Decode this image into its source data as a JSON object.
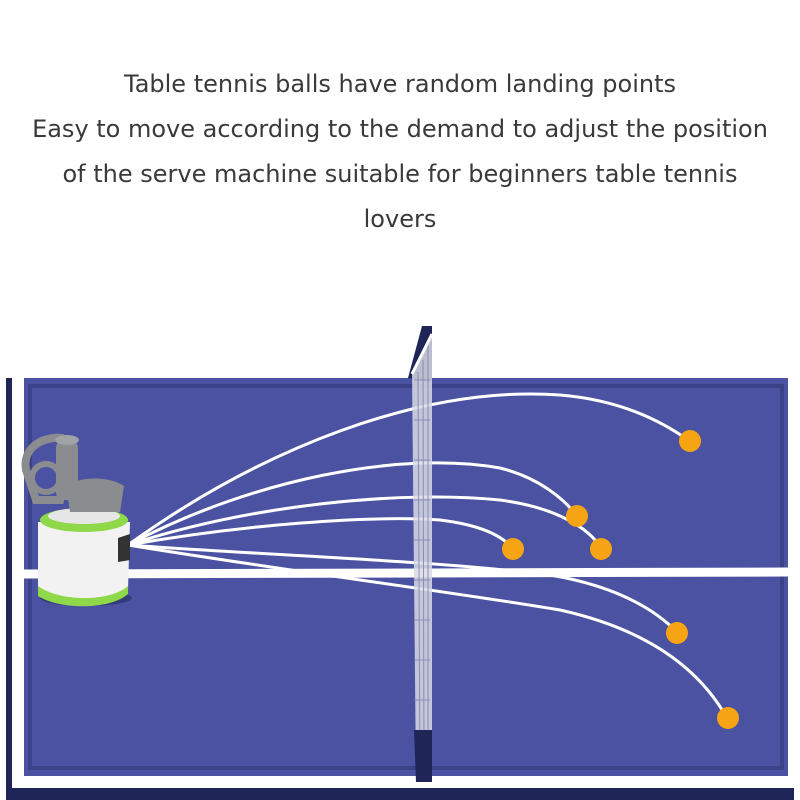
{
  "caption": {
    "line1": "Table tennis balls have random landing points",
    "line2": "Easy to move according to the demand to adjust the position",
    "line3": "of the serve machine suitable for beginners table tennis",
    "line4": "lovers"
  },
  "colors": {
    "table": "#4a52a1",
    "table_edge": "#1f2557",
    "line": "#ffffff",
    "ball": "#f7a414",
    "machine_body": "#f2f2f2",
    "machine_accent": "#8fd84a",
    "machine_top": "#8a8c8f"
  }
}
